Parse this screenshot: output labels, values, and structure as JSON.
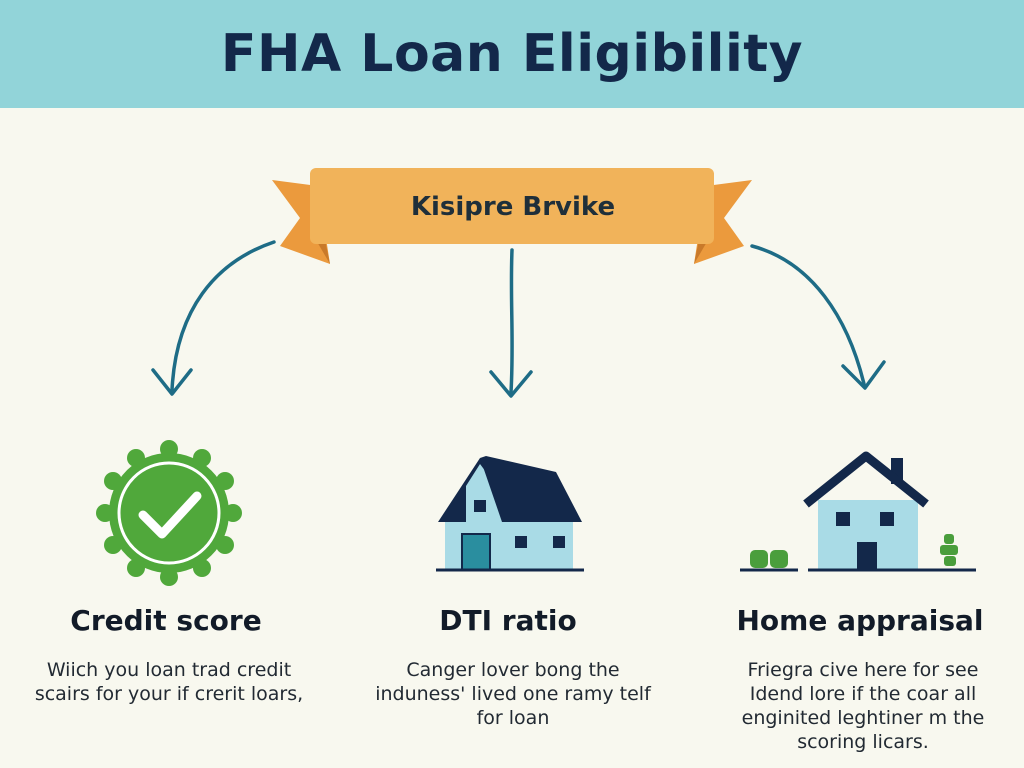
{
  "title": "FHA Loan Eligibility",
  "banner": {
    "label": "Kisipre Brvike"
  },
  "columns": [
    {
      "icon": "checkmark-badge-icon",
      "title": "Credit score",
      "description": "Wiich you loan trad credit scairs for your if crerit loars,"
    },
    {
      "icon": "house-icon",
      "title": "DTI ratio",
      "description": "Canger lover bong the induness' lived one ramy telf for loan"
    },
    {
      "icon": "house-icon",
      "title": "Home appraisal",
      "description": "Friegra cive here for see Idend lore if the coar all enginited leghtiner m the scoring licars."
    }
  ],
  "colors": {
    "header_bg": "#92d4d9",
    "title_text": "#13284a",
    "banner_main": "#f1b35a",
    "banner_ribbon": "#eb9a3d",
    "arrow": "#1e6c86",
    "badge_green": "#50a83b",
    "house_wall": "#a9dbe6",
    "house_roof": "#13284a",
    "bush_green": "#4a9e3c"
  }
}
